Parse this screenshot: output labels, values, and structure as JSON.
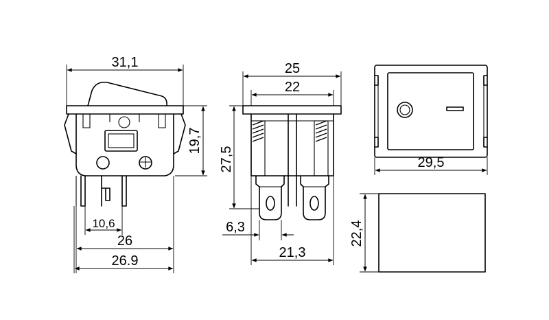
{
  "dimensions": {
    "side_width": "31,1",
    "side_height": "19,7",
    "pin_spacing_small": "10,6",
    "base_width": "26",
    "base_width_outer": "26.9",
    "front_width_outer": "25",
    "front_width_inner": "22",
    "front_height": "27,5",
    "terminal_width": "6,3",
    "terminal_span": "21,3",
    "top_width": "29,5",
    "top_height": "22,4"
  },
  "symbols": {
    "off_marker": "circle",
    "on_marker": "bar"
  },
  "colors": {
    "line": "#000000",
    "background": "#ffffff"
  }
}
